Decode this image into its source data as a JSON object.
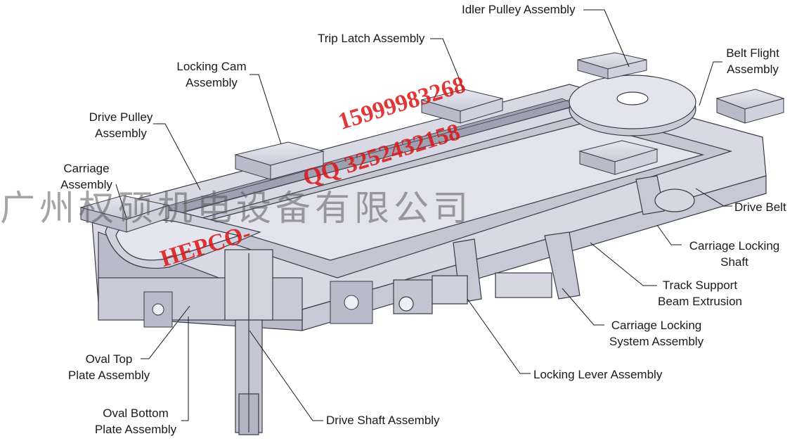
{
  "labels": {
    "idler_pulley": "Idler Pulley Assembly",
    "trip_latch": "Trip Latch Assembly",
    "belt_flight_1": "Belt Flight",
    "belt_flight_2": "Assembly",
    "locking_cam_1": "Locking Cam",
    "locking_cam_2": "Assembly",
    "drive_pulley_1": "Drive Pulley",
    "drive_pulley_2": "Assembly",
    "carriage_1": "Carriage",
    "carriage_2": "Assembly",
    "drive_belt": "Drive Belt",
    "carriage_locking_shaft_1": "Carriage Locking",
    "carriage_locking_shaft_2": "Shaft",
    "track_support_1": "Track Support",
    "track_support_2": "Beam Extrusion",
    "carriage_locking_system_1": "Carriage Locking",
    "carriage_locking_system_2": "System Assembly",
    "oval_top_1": "Oval Top",
    "oval_top_2": "Plate Assembly",
    "locking_lever": "Locking Lever Assembly",
    "oval_bottom_1": "Oval Bottom",
    "oval_bottom_2": "Plate Assembly",
    "drive_shaft": "Drive Shaft Assembly"
  },
  "watermarks": {
    "chinese": "广州权硕机电设备有限公司",
    "phone": "15999983268",
    "qq": "QQ 3252432158",
    "brand": "HEPCO-"
  },
  "colors": {
    "part_fill": "#dcdde8",
    "part_dark": "#b9bbcb",
    "line": "#3a3a44",
    "watermark_red": "#dc1414"
  }
}
